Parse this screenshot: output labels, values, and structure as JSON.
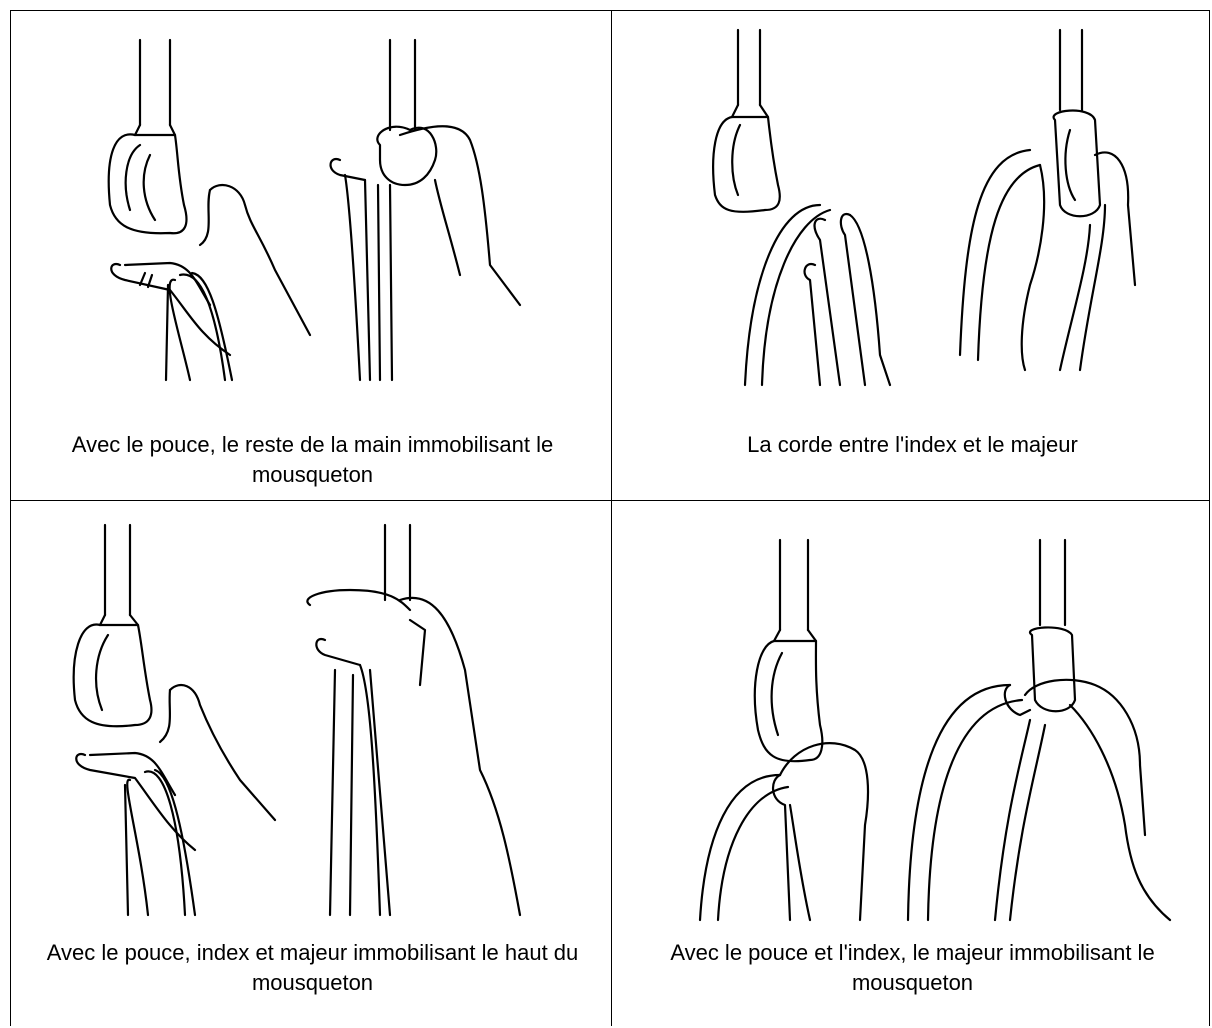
{
  "cells": [
    {
      "caption": "Avec le pouce, le reste de la main immobilisant le mousqueton",
      "illustration_icon": "clipping-thumb-hand-holds-carabiner-icon"
    },
    {
      "caption": "La corde entre l'index et le majeur",
      "illustration_icon": "clipping-rope-between-index-and-middle-finger-icon"
    },
    {
      "caption": "Avec le pouce, index et majeur immobilisant le haut du mousqueton",
      "illustration_icon": "clipping-thumb-fingers-hold-carabiner-top-icon"
    },
    {
      "caption": "Avec le pouce et l'index, le majeur immobilisant le mousqueton",
      "illustration_icon": "clipping-thumb-index-middle-finger-holds-carabiner-icon"
    }
  ]
}
